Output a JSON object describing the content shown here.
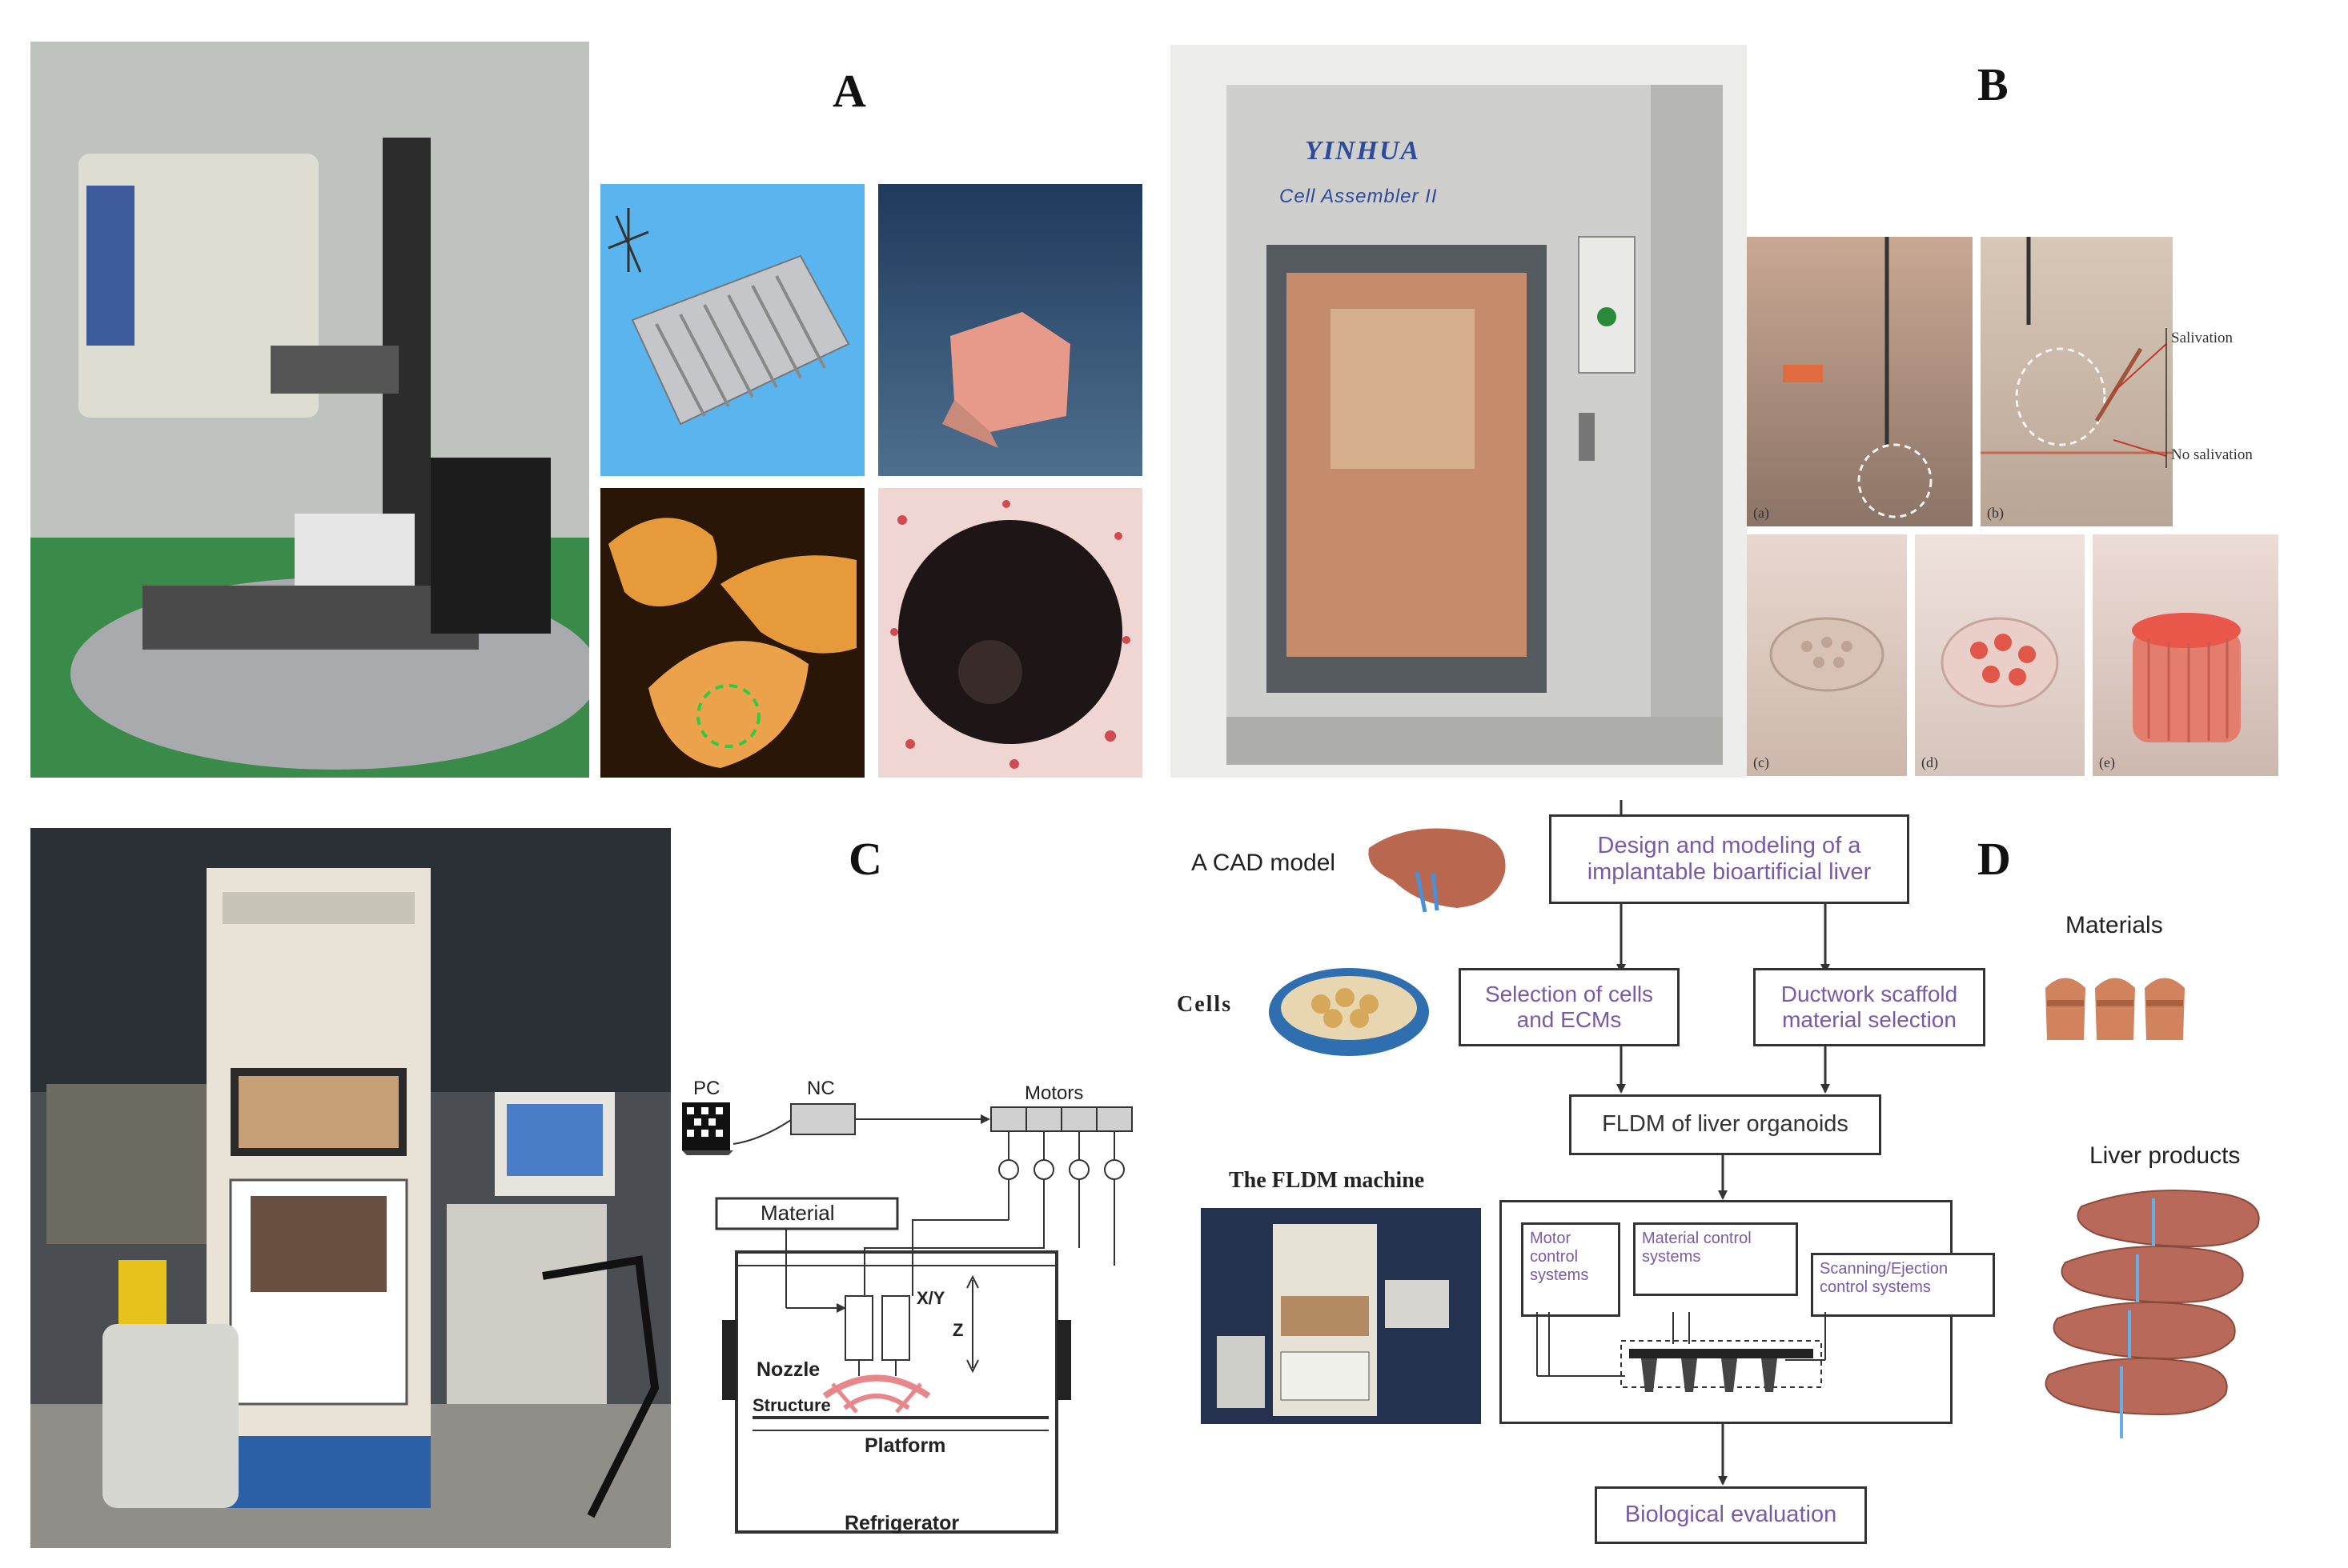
{
  "panels": {
    "a": {
      "letter": "A"
    },
    "b": {
      "letter": "B",
      "machine_brand": "YINHUA",
      "machine_model": "Cell Assembler II",
      "annotations": {
        "salivation": "Salivation",
        "no_salivation": "No salivation"
      },
      "sublabels": [
        "(a)",
        "(b)",
        "(c)",
        "(d)",
        "(e)"
      ]
    },
    "c": {
      "letter": "C",
      "schematic": {
        "pc": "PC",
        "nc": "NC",
        "motors": "Motors",
        "material": "Material",
        "xy": "X/Y",
        "z": "Z",
        "nozzle": "Nozzle",
        "structure": "Structure",
        "platform": "Platform",
        "refrigerator": "Refrigerator"
      }
    },
    "d": {
      "letter": "D",
      "cad_model": "A CAD model",
      "cells": "Cells",
      "materials": "Materials",
      "liver_products": "Liver products",
      "fldm_machine": "The FLDM machine",
      "flow": {
        "design": "Design and modeling of a implantable bioartificial liver",
        "selection_cells": "Selection of cells and ECMs",
        "ductwork": "Ductwork scaffold material selection",
        "fldm": "FLDM of liver organoids",
        "motor_control": "Motor control systems",
        "material_control": "Material control systems",
        "scanning": "Scanning/Ejection control systems",
        "evaluation": "Biological evaluation"
      }
    }
  },
  "colors": {
    "flow_text": "#7a5aa8",
    "box_border": "#333333",
    "panel_a_blue": "#5ab4ee",
    "machine_grey": "#c9c9c6"
  }
}
